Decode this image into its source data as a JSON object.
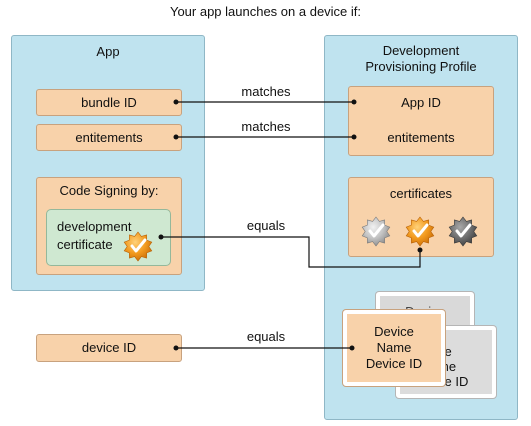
{
  "title": "Your app launches on a device if:",
  "app": {
    "title": "App",
    "bundle_id": "bundle ID",
    "entitlements": "entitements",
    "code_signing": {
      "title": "Code Signing by:",
      "cert_line1": "development",
      "cert_line2": "certificate"
    }
  },
  "profile": {
    "title_line1": "Development",
    "title_line2": "Provisioning Profile",
    "app_id": "App ID",
    "entitlements": "entitements",
    "certificates": "certificates",
    "device_back": {
      "line1": "Device",
      "line2": "ce",
      "line3": "me",
      "line4": "ce ID"
    },
    "device_front": {
      "line1": "Device",
      "line2": "Name",
      "line3": "Device ID"
    }
  },
  "device_id": "device ID",
  "relations": {
    "bundle": "matches",
    "entitlements": "matches",
    "certificate": "equals",
    "device": "equals"
  },
  "colors": {
    "panel": "#bfe3ef",
    "box": "#f8d2aa",
    "green": "#cfe8d1",
    "badge_orange": "#f29a1f",
    "badge_silver": "#b9b9b9",
    "badge_dark": "#6f6f6f"
  },
  "icons": [
    "check-badge-icon",
    "silver-check-badge-icon",
    "orange-check-badge-icon",
    "dark-check-badge-icon"
  ]
}
